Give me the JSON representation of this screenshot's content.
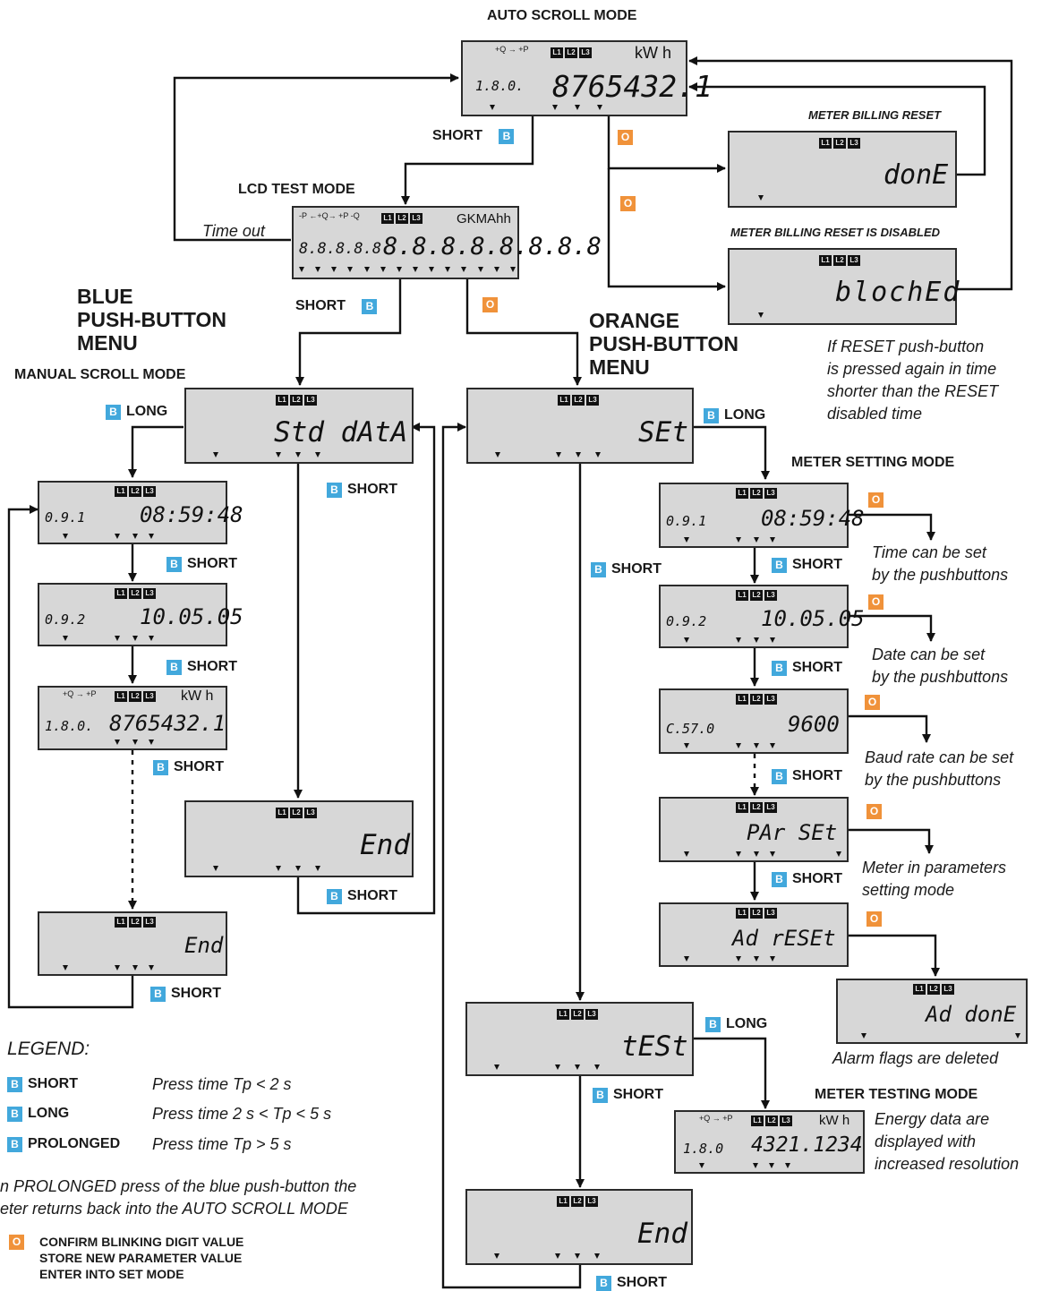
{
  "titles": {
    "auto_scroll": "AUTO  SCROLL MODE",
    "lcd_test": "LCD TEST MODE",
    "blue_menu": [
      "BLUE",
      "PUSH-BUTTON",
      "MENU"
    ],
    "manual_scroll": "MANUAL SCROLL MODE",
    "orange_menu": [
      "ORANGE",
      "PUSH-BUTTON",
      "MENU"
    ],
    "meter_billing_reset": "METER BILLING RESET",
    "meter_billing_reset_disabled": "METER BILLING RESET IS DISABLED",
    "meter_setting": "METER SETTING MODE",
    "meter_testing": "METER TESTING MODE"
  },
  "buttons": {
    "blue_glyph": "B",
    "orange_glyph": "O",
    "short": "SHORT",
    "long": "LONG",
    "prolonged": "PROLONGED"
  },
  "lcd_labels": {
    "phases": [
      "L1",
      "L2",
      "L3"
    ],
    "unit_kwh": "kW h",
    "unit_test": "GKMAhh",
    "pq": "+Q → +P",
    "pq_full": "-P ←+Q→ +P -Q"
  },
  "displays": {
    "auto": {
      "obis": "1.8.0.",
      "value": "8765432.1"
    },
    "billing_done": {
      "value": "donE"
    },
    "billing_blocked": {
      "value": "blochEd"
    },
    "lcd_test": {
      "obis": "8.8.8.8.8",
      "value": "8.8.8.8.8.8.8.8"
    },
    "std_data": {
      "value": "Std dAtA"
    },
    "set": {
      "value": "SEt"
    },
    "m_time": {
      "obis": "0.9.1",
      "value": "08:59:48"
    },
    "m_date": {
      "obis": "0.9.2",
      "value": "10.05.05"
    },
    "m_energy": {
      "obis": "1.8.0.",
      "value": "8765432.1"
    },
    "m_end": {
      "value": "End"
    },
    "std_end": {
      "value": "End"
    },
    "s_time": {
      "obis": "0.9.1",
      "value": "08:59:48"
    },
    "s_date": {
      "obis": "0.9.2",
      "value": "10.05.05"
    },
    "s_baud": {
      "obis": "C.57.0",
      "value": "9600"
    },
    "s_par": {
      "value": "PAr SEt"
    },
    "s_adreset": {
      "value": "Ad rESEt"
    },
    "ad_done": {
      "value": "Ad donE"
    },
    "test": {
      "value": "tESt"
    },
    "test_energy": {
      "obis": "1.8.0",
      "value": "4321.1234"
    },
    "test_end": {
      "value": "End"
    }
  },
  "annotations": {
    "timeout": "Time out",
    "reset_note": [
      "If RESET push-button",
      " is pressed again in time",
      "shorter than the RESET",
      "disabled time"
    ],
    "time_set": [
      "Time can be set",
      "by the pushbuttons"
    ],
    "date_set": [
      "Date can be set",
      "by the pushbuttons"
    ],
    "baud_set": [
      "Baud rate can be set",
      "by the pushbuttons"
    ],
    "param_mode": [
      "Meter in parameters",
      "setting mode"
    ],
    "alarm": "Alarm flags are deleted",
    "energy_res": [
      "Energy data are",
      "displayed with",
      "increased resolution"
    ]
  },
  "legend": {
    "title": "LEGEND:",
    "short_desc": "Press time  Tp < 2 s",
    "long_desc": "Press time 2 s < Tp < 5 s",
    "prolonged_desc": "Press time Tp > 5 s",
    "prolonged_note": [
      "n PROLONGED press of the  blue push-button the",
      "eter returns back into the AUTO SCROLL MODE"
    ],
    "orange_desc": [
      "CONFIRM BLINKING DIGIT VALUE",
      "STORE NEW PARAMETER VALUE",
      "ENTER INTO SET MODE"
    ]
  },
  "colors": {
    "blue": "#42a8dc",
    "orange": "#f0923a",
    "lcd": "#d7d7d7"
  }
}
